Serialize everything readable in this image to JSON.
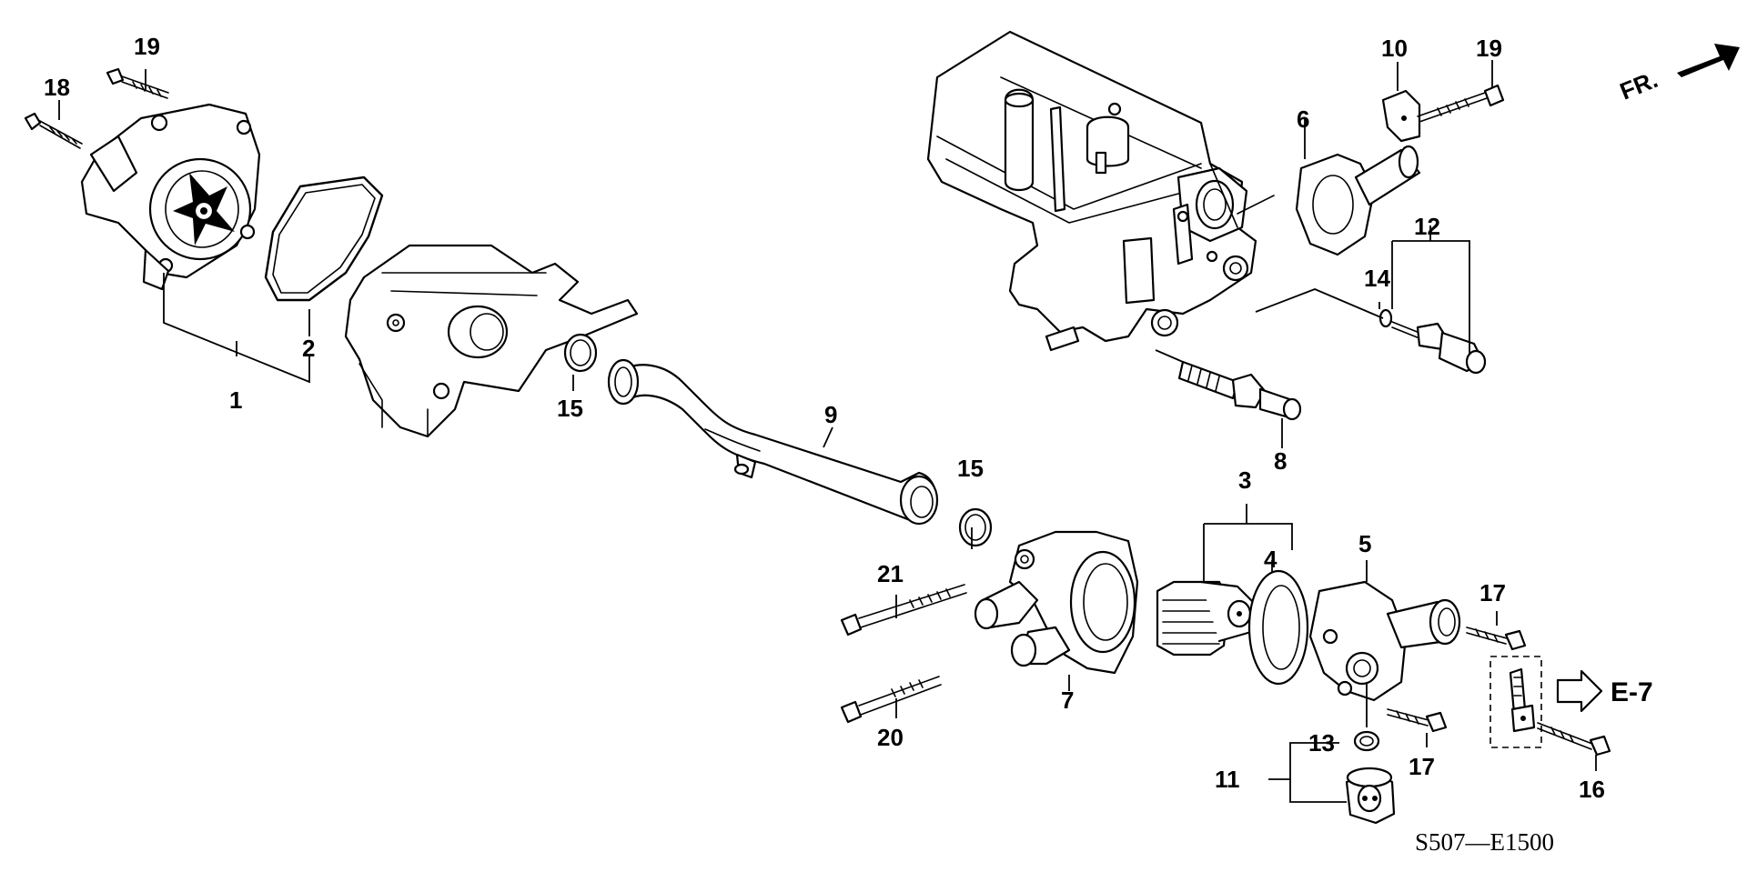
{
  "diagram": {
    "drawing_code": "S507—E1500",
    "front_marker": "FR.",
    "cross_reference": "E-7",
    "callouts": {
      "c1": "1",
      "c2": "2",
      "c3": "3",
      "c4": "4",
      "c5": "5",
      "c6": "6",
      "c7": "7",
      "c8": "8",
      "c9": "9",
      "c10": "10",
      "c11": "11",
      "c12": "12",
      "c13": "13",
      "c14": "14",
      "c15a": "15",
      "c15b": "15",
      "c16": "16",
      "c17a": "17",
      "c17b": "17",
      "c18": "18",
      "c19a": "19",
      "c19b": "19",
      "c20": "20",
      "c21": "21"
    }
  }
}
